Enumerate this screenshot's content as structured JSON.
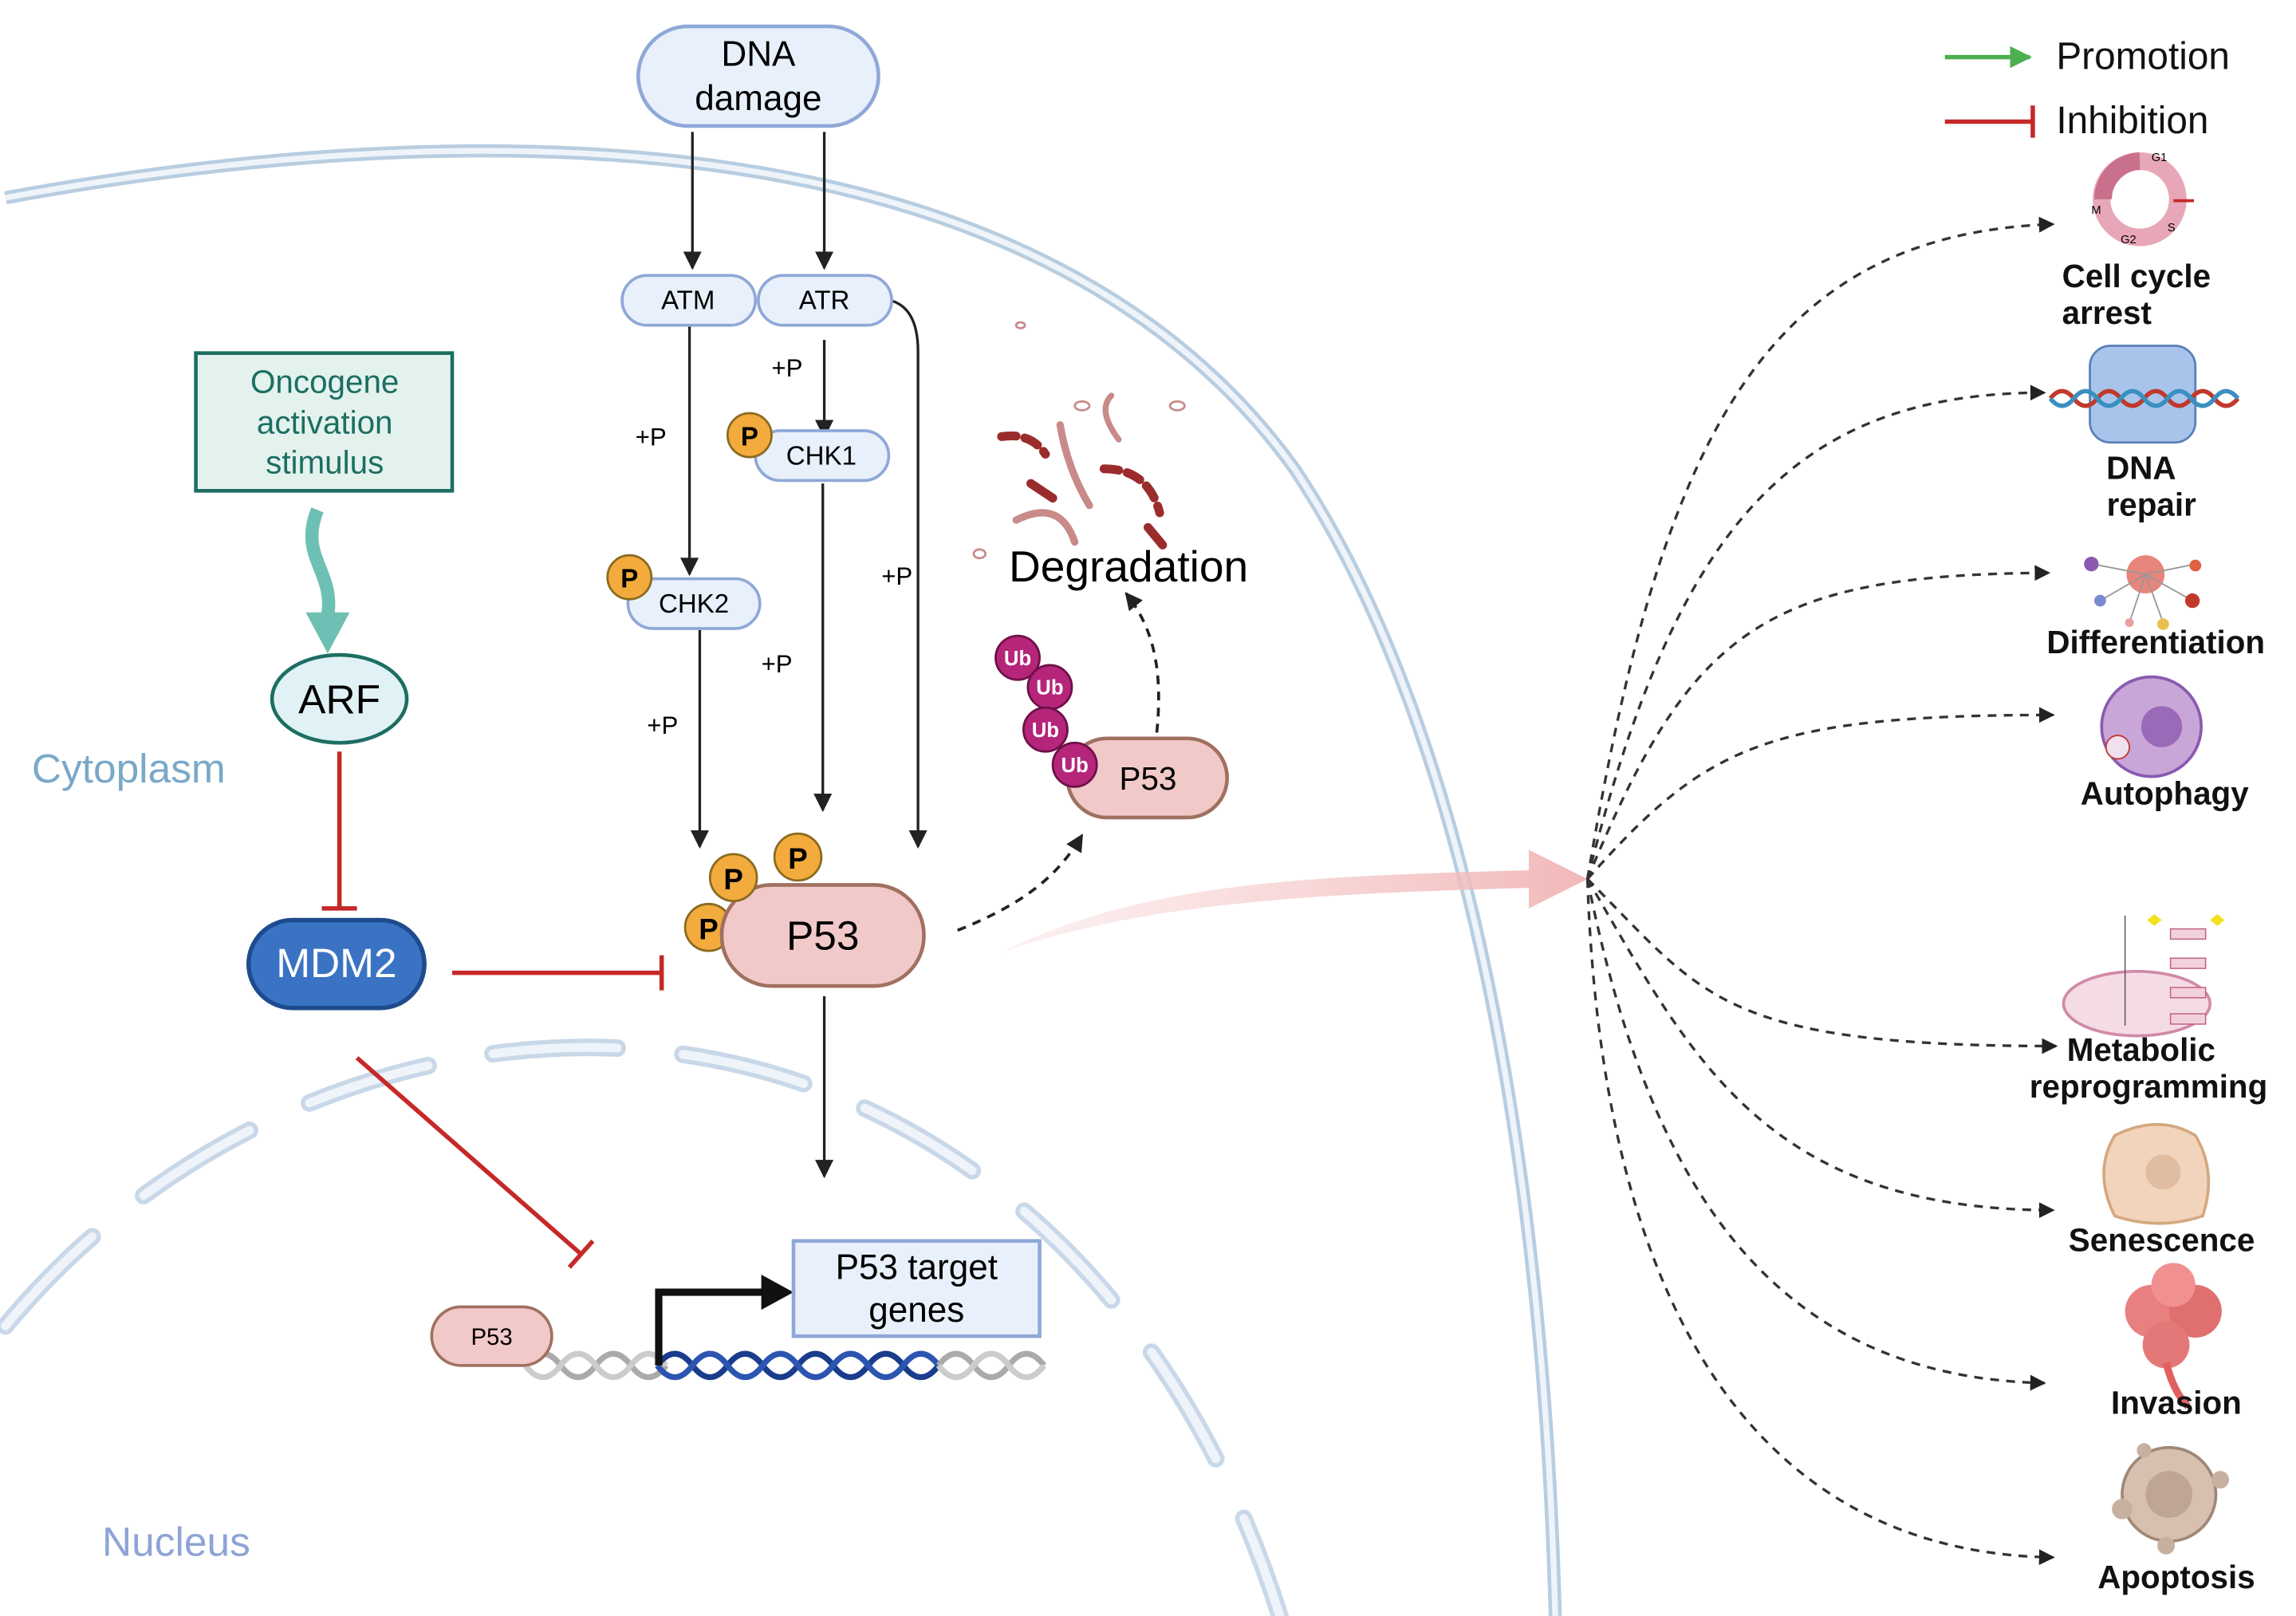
{
  "legend": {
    "promotion": "Promotion",
    "inhibition": "Inhibition",
    "promotion_color": "#4caf50",
    "inhibition_color": "#c62828"
  },
  "compartments": {
    "cytoplasm": "Cytoplasm",
    "nucleus": "Nucleus"
  },
  "nodes": {
    "dna_damage": [
      "DNA",
      "damage"
    ],
    "atm": "ATM",
    "atr": "ATR",
    "chk1": "CHK1",
    "chk2": "CHK2",
    "oncogene": [
      "Oncogene",
      "activation",
      "stimulus"
    ],
    "arf": "ARF",
    "mdm2": "MDM2",
    "p53_main": "P53",
    "p53_ub": "P53",
    "p53_small": "P53",
    "target_genes": [
      "P53 target",
      "genes"
    ],
    "degradation": "Degradation"
  },
  "labels": {
    "phos": "+P",
    "p": "P",
    "ub": "Ub"
  },
  "cell_cycle_phases": {
    "g1": "G1",
    "s": "S",
    "g2": "G2",
    "m": "M"
  },
  "outcomes": [
    {
      "lines": [
        "Cell cycle",
        "arrest"
      ],
      "icon": "cell-cycle-icon"
    },
    {
      "lines": [
        "DNA",
        "repair"
      ],
      "icon": "dna-repair-icon"
    },
    {
      "lines": [
        "Differentiation"
      ],
      "icon": "differentiation-icon"
    },
    {
      "lines": [
        "Autophagy"
      ],
      "icon": "autophagy-icon"
    },
    {
      "lines": [
        "Metabolic",
        "reprogramming"
      ],
      "icon": "metabolism-icon"
    },
    {
      "lines": [
        "Senescence"
      ],
      "icon": "senescence-icon"
    },
    {
      "lines": [
        "Invasion"
      ],
      "icon": "invasion-icon"
    },
    {
      "lines": [
        "Apoptosis"
      ],
      "icon": "apoptosis-icon"
    }
  ],
  "colors": {
    "membrane": "#b8cde0",
    "node_fill": "#e8f0fb",
    "node_stroke": "#8fa8d8",
    "p53_fill": "#f2c9c9",
    "p53_stroke": "#a07060",
    "mdm2_fill": "#3a73c4",
    "phospho": "#f2ab3c",
    "ub": "#b5257a",
    "oncogene_stroke": "#1c6e62"
  }
}
